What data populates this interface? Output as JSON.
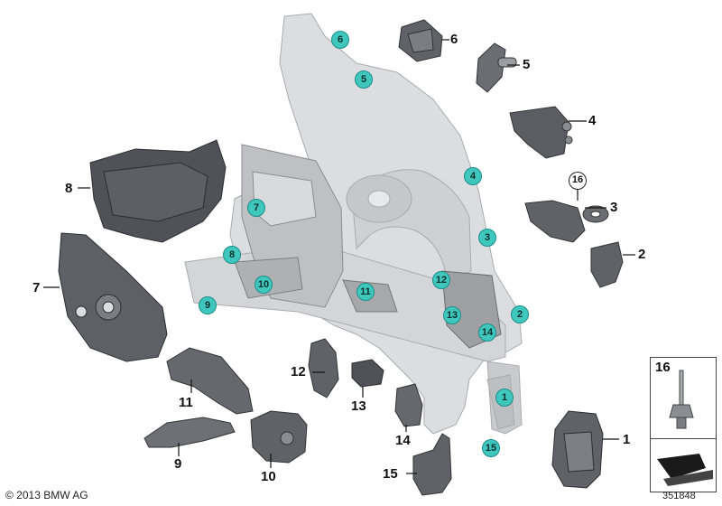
{
  "labels": {
    "n1": "1",
    "n2": "2",
    "n3": "3",
    "n4": "4",
    "n5": "5",
    "n6": "6",
    "n7": "7",
    "n8": "8",
    "n9": "9",
    "n10": "10",
    "n11": "11",
    "n12": "12",
    "n13": "13",
    "n14": "14",
    "n15": "15",
    "n16": "16"
  },
  "badges": {
    "b1": "1",
    "b2": "2",
    "b3": "3",
    "b4": "4",
    "b5": "5",
    "b6": "6",
    "b7": "7",
    "b8": "8",
    "b9": "9",
    "b10": "10",
    "b11": "11",
    "b12": "12",
    "b13": "13",
    "b14": "14",
    "b15": "15",
    "b16": "16"
  },
  "legend": {
    "part_number": "16"
  },
  "footer": {
    "copyright": "© 2013 BMW AG",
    "image_id": "351848"
  },
  "colors": {
    "badge": "#3fc6bd",
    "part_dark": "#5f6266",
    "part_light": "#dcdde0"
  }
}
